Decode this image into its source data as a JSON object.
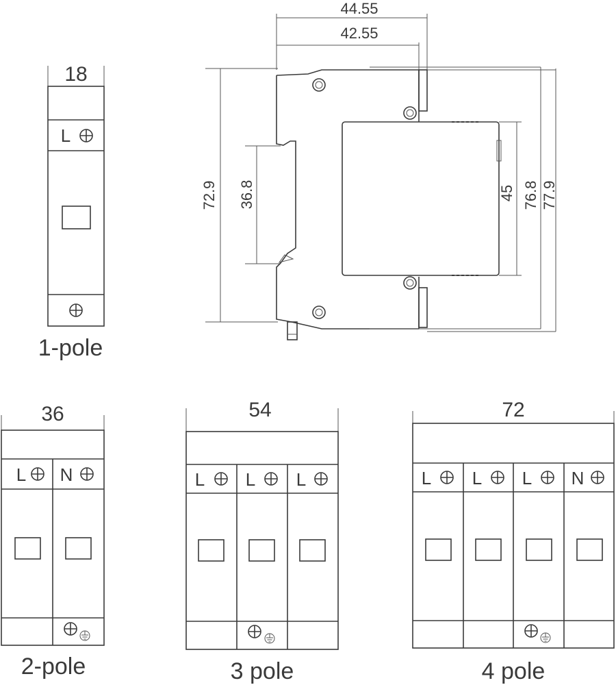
{
  "one_pole": {
    "width_label": "18",
    "terminal_label": "L",
    "caption": "1-pole"
  },
  "two_pole": {
    "width_label": "36",
    "terminal_labels": [
      "L",
      "N"
    ],
    "caption": "2-pole"
  },
  "three_pole": {
    "width_label": "54",
    "terminal_labels": [
      "L",
      "L",
      "L"
    ],
    "caption": "3 pole"
  },
  "four_pole": {
    "width_label": "72",
    "terminal_labels": [
      "L",
      "L",
      "L",
      "N"
    ],
    "caption": "4 pole"
  },
  "side_view": {
    "dim_top_outer": "44.55",
    "dim_top_inner": "42.55",
    "dim_height_left": "72.9",
    "dim_rail": "36.8",
    "dim_body": "45",
    "dim_height_right_inner": "76.8",
    "dim_height_right_outer": "77.9"
  },
  "icons": {
    "terminal": "screw-terminal-icon",
    "ground": "ground-icon"
  },
  "colors": {
    "line": "#3a3a3a",
    "background": "#ffffff"
  }
}
